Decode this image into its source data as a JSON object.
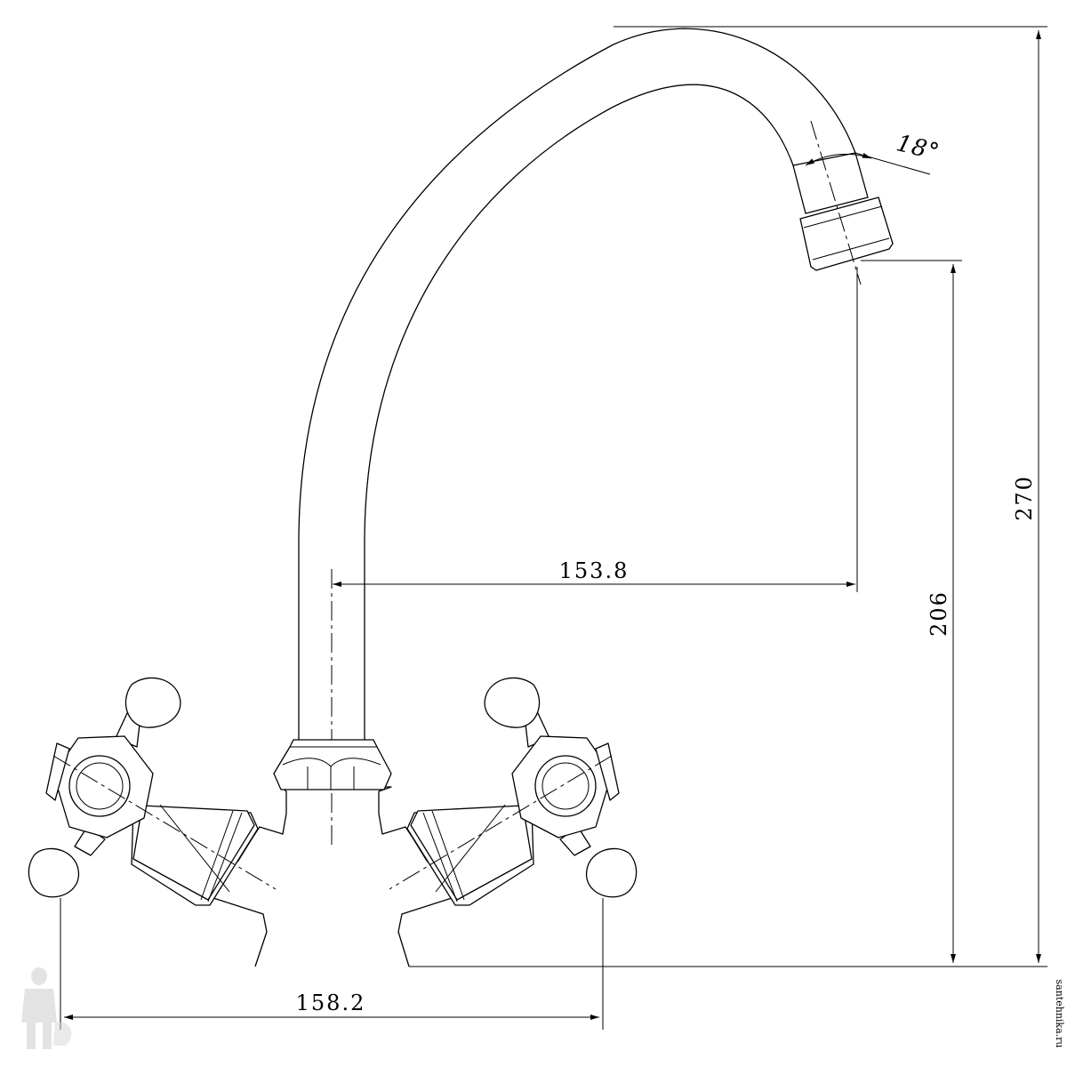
{
  "dimensions": {
    "total_height": "270",
    "spout_height": "206",
    "spout_reach": "153.8",
    "handle_span": "158.2",
    "aerator_angle": "18°"
  },
  "watermark": {
    "site": "santehnika.ru"
  }
}
